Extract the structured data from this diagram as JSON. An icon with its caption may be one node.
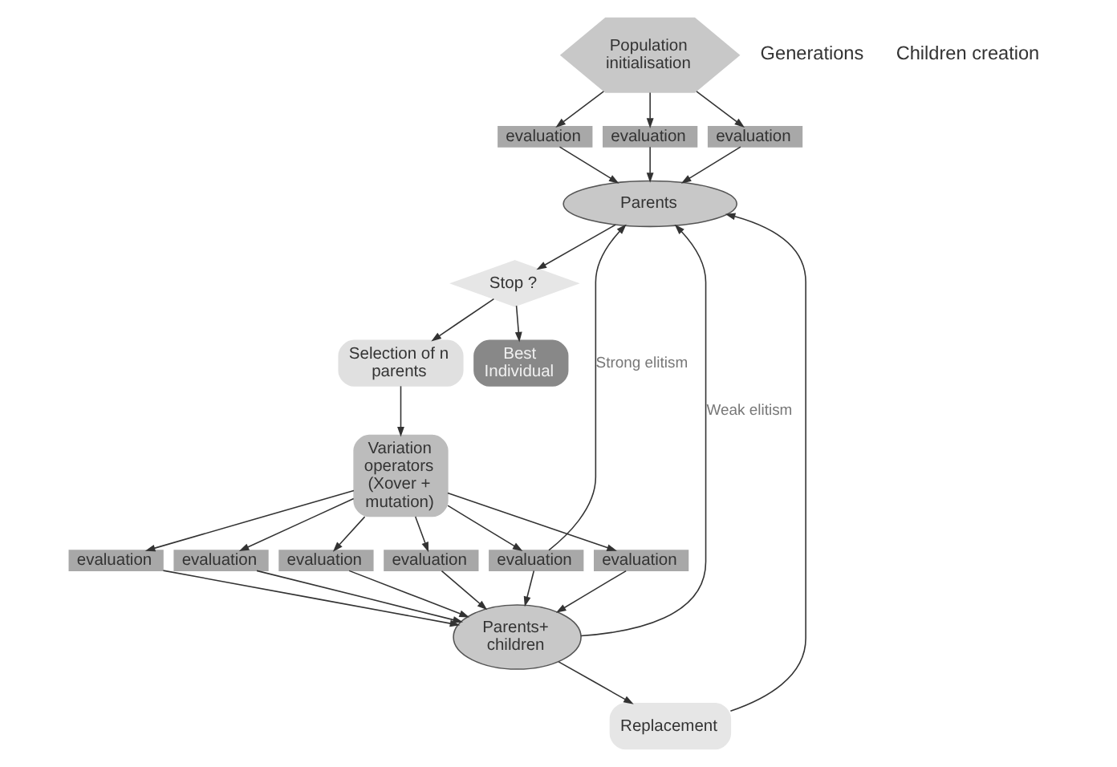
{
  "diagram": {
    "nodes": [
      {
        "text": [
          "Population initialisation"
        ]
      },
      {
        "text": [
          "evaluation"
        ]
      },
      {
        "text": [
          "evaluation"
        ]
      },
      {
        "text": [
          "evaluation"
        ]
      },
      {
        "text": [
          "Parents"
        ]
      },
      {
        "text": [
          "Stop ?"
        ]
      },
      {
        "text": [
          "Best Individual"
        ]
      },
      {
        "text": [
          "Selection of n parents"
        ]
      },
      {
        "text": [
          "Variation operators (Xover + mutation)"
        ]
      },
      {
        "text": [
          "evaluation"
        ]
      },
      {
        "text": [
          "evaluation"
        ]
      },
      {
        "text": [
          "evaluation"
        ]
      },
      {
        "text": [
          "evaluation"
        ]
      },
      {
        "text": [
          "evaluation"
        ]
      },
      {
        "text": [
          "evaluation"
        ]
      },
      {
        "text": [
          "Parents+ children"
        ]
      },
      {
        "text": [
          "Replacement"
        ]
      }
    ],
    "edges": [
      {
        "from": 0,
        "to": 1,
        "arrow": "to"
      },
      {
        "from": 0,
        "to": 2,
        "arrow": "to"
      },
      {
        "from": 0,
        "to": 3,
        "arrow": "to"
      },
      {
        "from": 1,
        "to": 4,
        "arrow": "to"
      },
      {
        "from": 2,
        "to": 4,
        "arrow": "to"
      },
      {
        "from": 3,
        "to": 4,
        "arrow": "to"
      },
      {
        "from": 4,
        "to": 5,
        "arrow": "to"
      },
      {
        "from": 5,
        "to": 6,
        "arrow": "to"
      },
      {
        "from": 5,
        "to": 7,
        "arrow": "to"
      },
      {
        "from": 7,
        "to": 8,
        "arrow": "to"
      },
      {
        "from": 8,
        "to": 9,
        "arrow": "to"
      },
      {
        "from": 8,
        "to": 10,
        "arrow": "to"
      },
      {
        "from": 8,
        "to": 11,
        "arrow": "to"
      },
      {
        "from": 8,
        "to": 12,
        "arrow": "to"
      },
      {
        "from": 8,
        "to": 13,
        "arrow": "to"
      },
      {
        "from": 8,
        "to": 14,
        "arrow": "to"
      },
      {
        "from": 9,
        "to": 15,
        "arrow": "to"
      },
      {
        "from": 10,
        "to": 15,
        "arrow": "to"
      },
      {
        "from": 11,
        "to": 15,
        "arrow": "to"
      },
      {
        "from": 12,
        "to": 15,
        "arrow": "to"
      },
      {
        "from": 13,
        "to": 15,
        "arrow": "to"
      },
      {
        "from": 14,
        "to": 15,
        "arrow": "to"
      },
      {
        "from": 9,
        "to": 4,
        "arrow": "to",
        "label": "Strong elitism"
      },
      {
        "from": 15,
        "to": 4,
        "arrow": "to",
        "label": "Weak elitism"
      },
      {
        "from": 15,
        "to": 16,
        "arrow": "to"
      },
      {
        "from": 16,
        "to": 4,
        "arrow": "to"
      }
    ],
    "labels": [
      "Generations",
      "Children creation"
    ]
  }
}
